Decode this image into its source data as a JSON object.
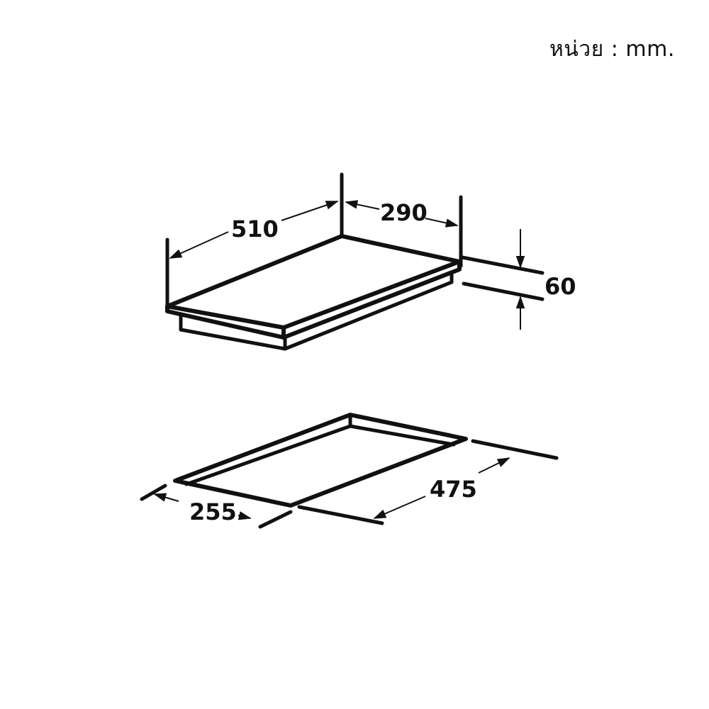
{
  "header": {
    "unit_label": "หน่วย : mm."
  },
  "top_view": {
    "width_label": "510",
    "depth_label": "290",
    "height_label": "60"
  },
  "cutout_view": {
    "depth_label": "255",
    "width_label": "475"
  },
  "colors": {
    "line": "#111111",
    "background": "#ffffff"
  }
}
